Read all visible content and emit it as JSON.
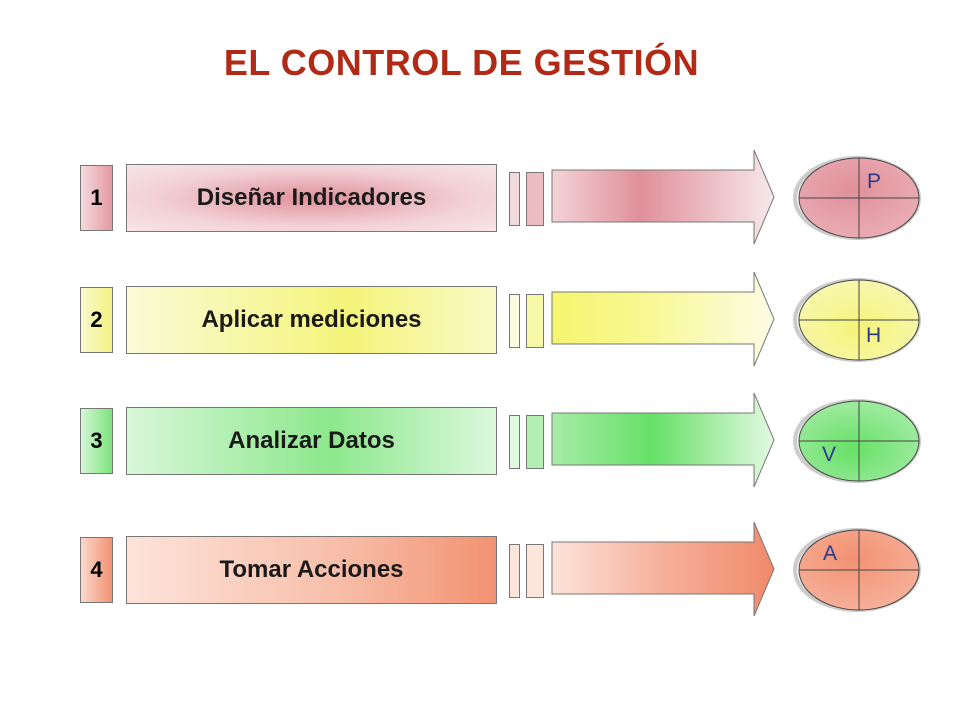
{
  "title": "EL CONTROL DE GESTIÓN",
  "steps": [
    {
      "number": "1",
      "label": "Diseñar Indicadores",
      "letter": "P",
      "color": "#e0909a"
    },
    {
      "number": "2",
      "label": "Aplicar mediciones",
      "letter": "H",
      "color": "#f5f57a"
    },
    {
      "number": "3",
      "label": "Analizar Datos",
      "letter": "V",
      "color": "#66e066"
    },
    {
      "number": "4",
      "label": "Tomar Acciones",
      "letter": "A",
      "color": "#f29272"
    }
  ]
}
